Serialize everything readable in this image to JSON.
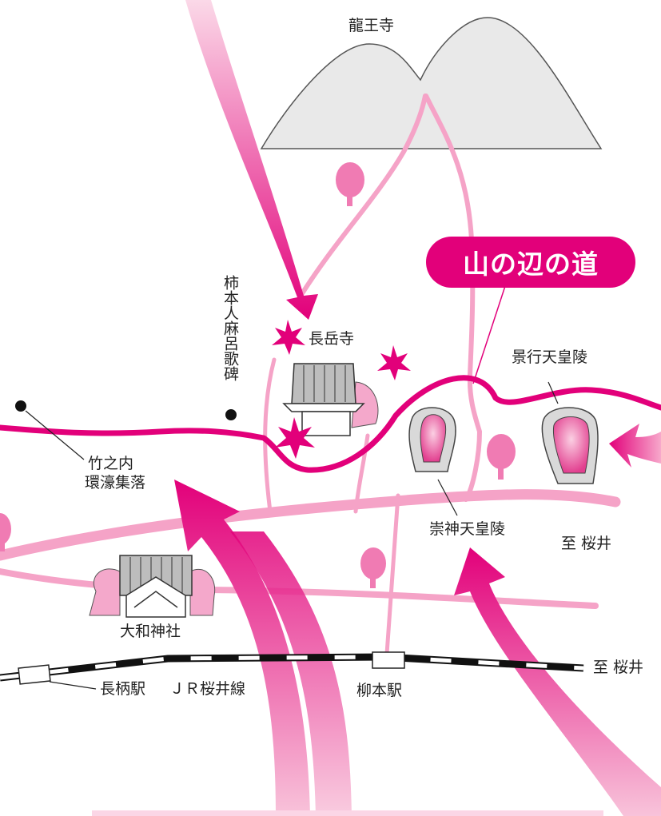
{
  "colors": {
    "route_magenta": "#e2007a",
    "arrow_pink": "#e8358f",
    "path_light_pink": "#f5a3c7",
    "mountain_fill": "#e9e9e9",
    "tomb_fill": "#d9d9d9",
    "tree_pink": "#f07bb3"
  },
  "route_name": "山の辺の道",
  "labels": {
    "ryuoji": "龍王寺",
    "chogakuji": "長岳寺",
    "hitomaro_monument": "柿本人麻呂歌碑",
    "takenouchi_line1": "竹之内",
    "takenouchi_line2": "環濠集落",
    "keiko_tomb": "景行天皇陵",
    "sujin_tomb": "崇神天皇陵",
    "to_sakurai_road": "至 桜井",
    "yamato_shrine": "大和神社",
    "to_sakurai_rail": "至 桜井",
    "nagara_station": "長柄駅",
    "jr_line": "ＪＲ桜井線",
    "yanagimoto_station": "柳本駅"
  }
}
